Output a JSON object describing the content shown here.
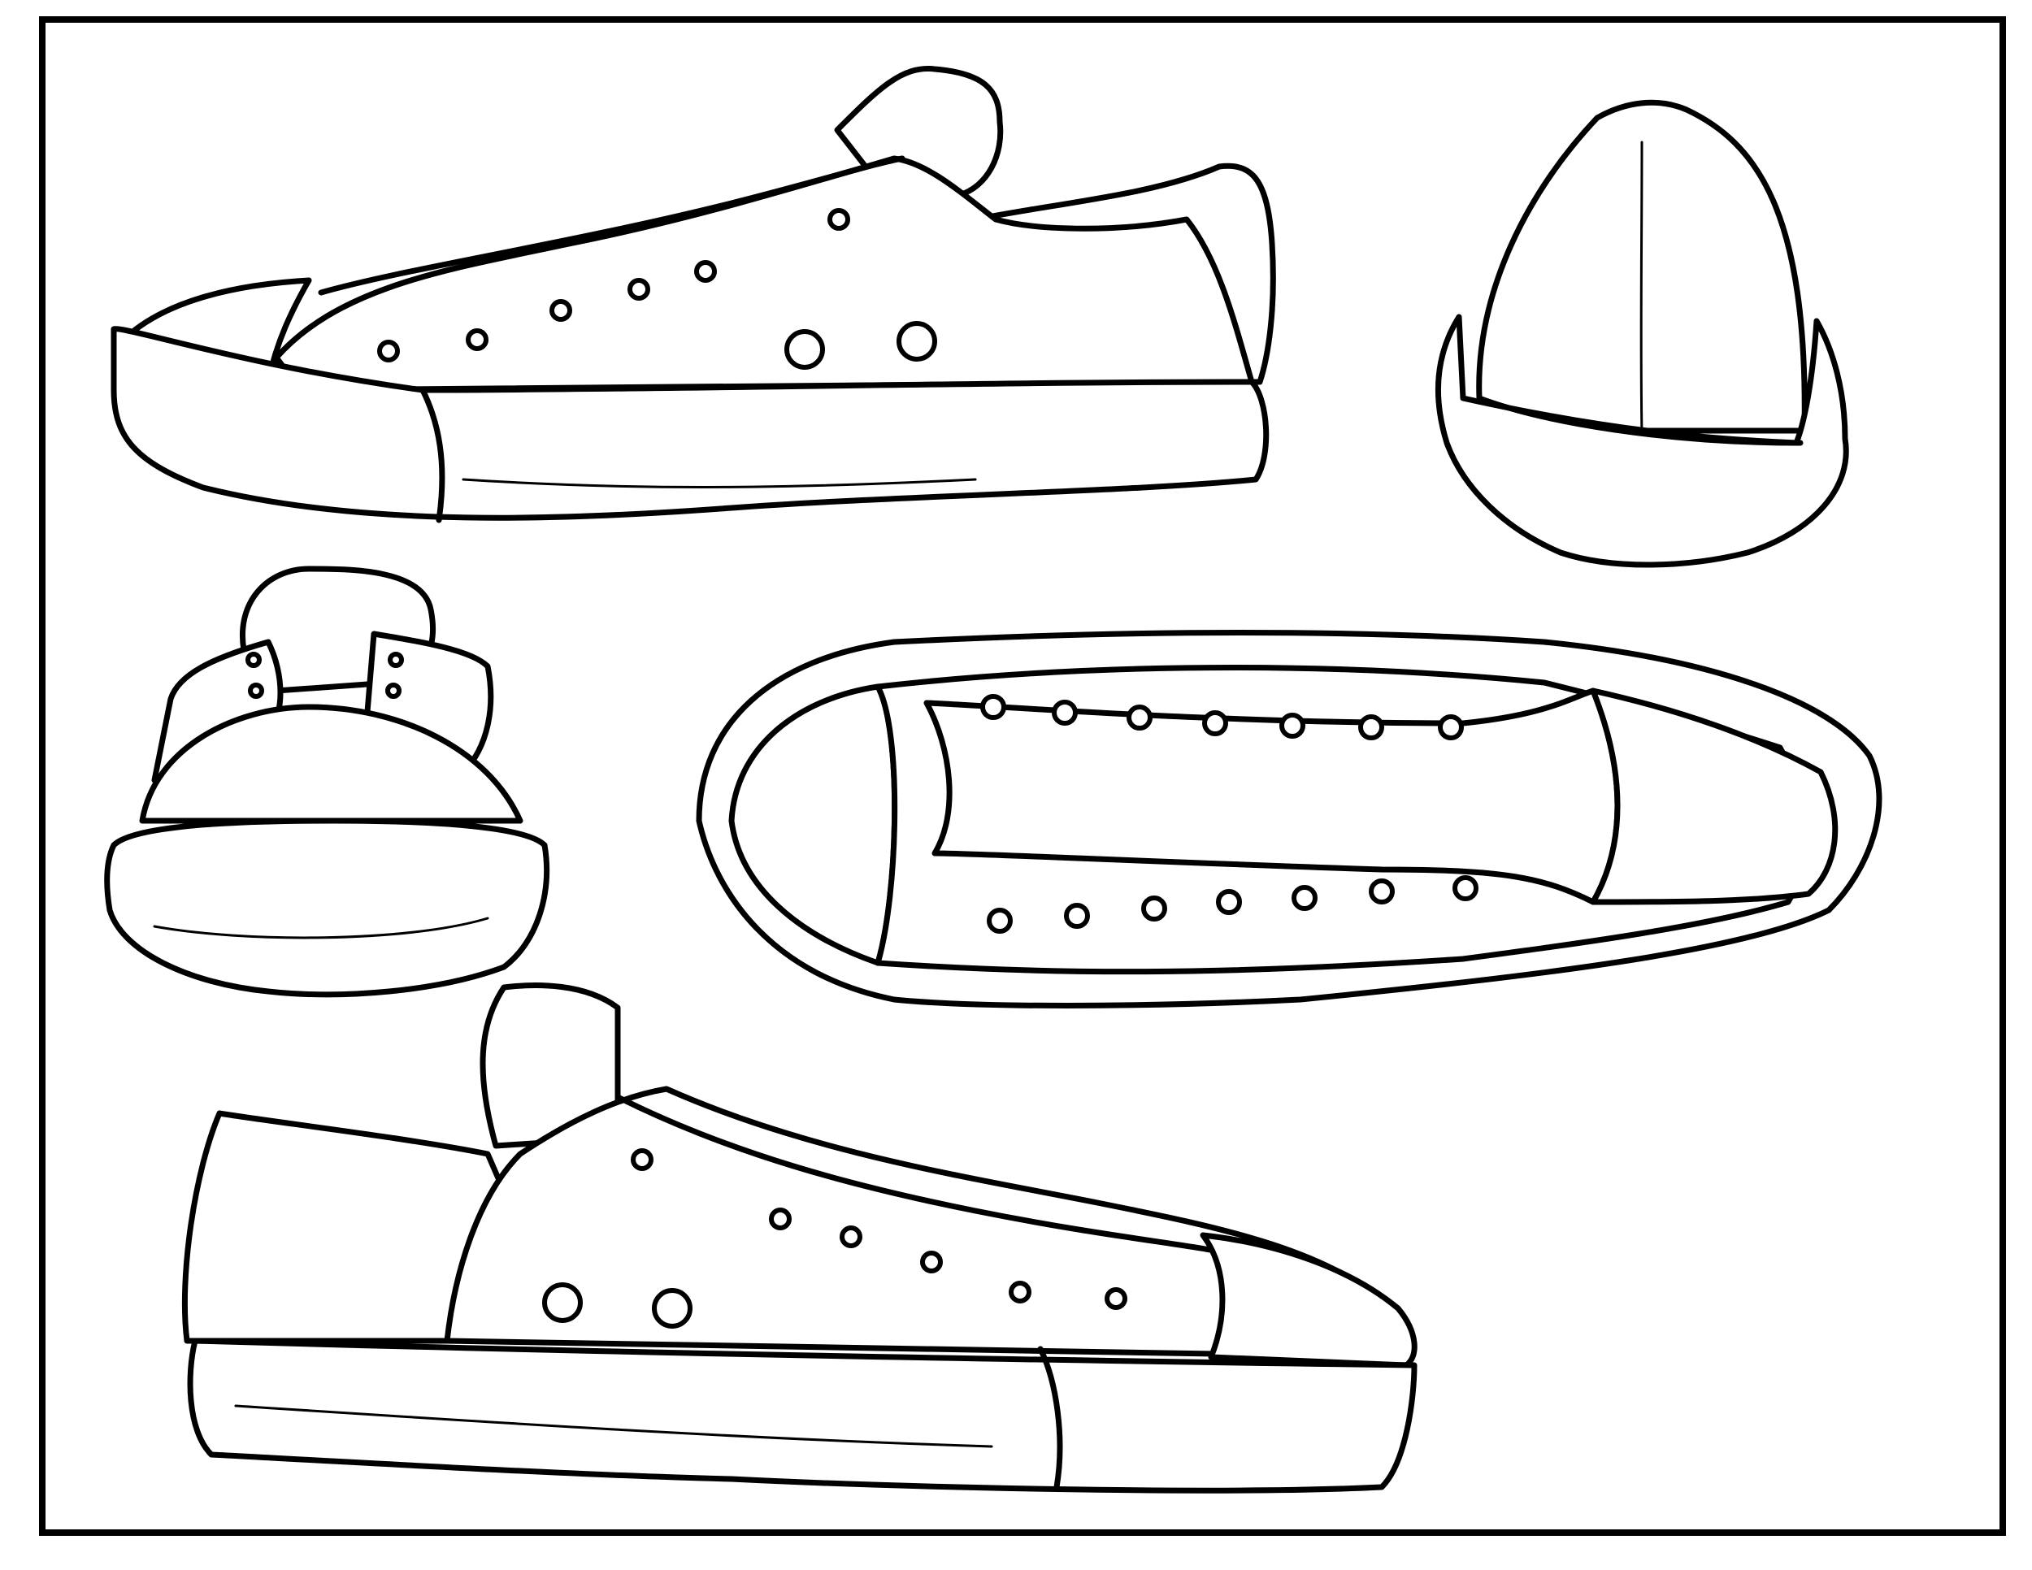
{
  "page": {
    "background": "#ffffff",
    "ink_color": "#000000",
    "style": "line-art coloring page"
  },
  "items": [
    {
      "name": "sneaker-side-view-left-facing",
      "icon": "sneaker"
    },
    {
      "name": "sneaker-toe-front-view",
      "icon": "sneaker-front"
    },
    {
      "name": "sneaker-heel-back-view",
      "icon": "sneaker-back"
    },
    {
      "name": "sneaker-top-down-view",
      "icon": "sneaker-top"
    },
    {
      "name": "sneaker-side-view-right-facing",
      "icon": "sneaker"
    }
  ]
}
